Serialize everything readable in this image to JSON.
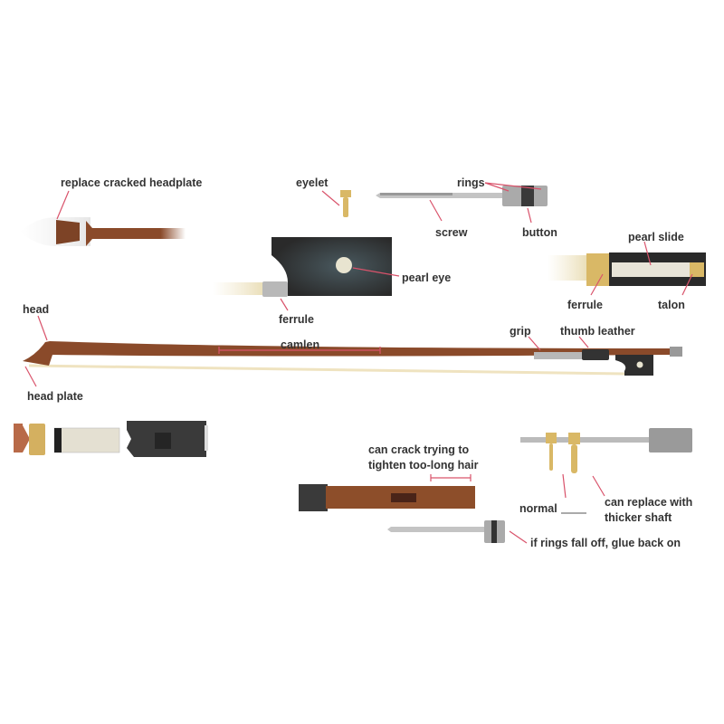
{
  "title": "Violin bow anatomy and repairs",
  "colors": {
    "wood": "#8a4a2a",
    "ebony": "#2e2e2e",
    "gold": "#d9b866",
    "pearl": "#e8e4d8",
    "silver": "#b8b8b8",
    "leader": "#d9536b",
    "text": "#333333"
  },
  "labels": {
    "replace_headplate": "replace cracked headplate",
    "eyelet": "eyelet",
    "rings": "rings",
    "screw": "screw",
    "button": "button",
    "pearl_eye": "pearl eye",
    "ferrule_frog": "ferrule",
    "pearl_slide": "pearl slide",
    "ferrule_slide": "ferrule",
    "talon": "talon",
    "head": "head",
    "camlen": "camlen",
    "grip": "grip",
    "thumb_leather": "thumb leather",
    "head_plate": "head plate",
    "can_crack_1": "can crack trying to",
    "can_crack_2": "tighten too-long hair",
    "normal": "normal",
    "can_replace_1": "can replace with",
    "can_replace_2": "thicker shaft",
    "rings_fall_off": "if rings fall off, glue back on"
  }
}
